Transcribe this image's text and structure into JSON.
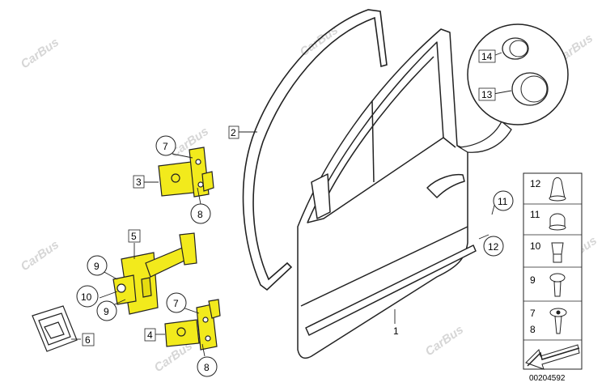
{
  "labels": {
    "l1": "1",
    "l2": "2",
    "l3": "3",
    "l4": "4",
    "l5": "5",
    "l6": "6",
    "l7a": "7",
    "l7b": "7",
    "l8a": "8",
    "l8b": "8",
    "l9a": "9",
    "l9b": "9",
    "l10": "10",
    "l11": "11",
    "l12": "12",
    "l13": "13",
    "l14": "14"
  },
  "legend": {
    "items": [
      "12",
      "11",
      "10",
      "9",
      "7",
      "8"
    ]
  },
  "reference": "00204592",
  "watermark": "CarBus",
  "colors": {
    "highlight": "#f2ea1c",
    "line": "#222222",
    "part": "#ffffff"
  }
}
